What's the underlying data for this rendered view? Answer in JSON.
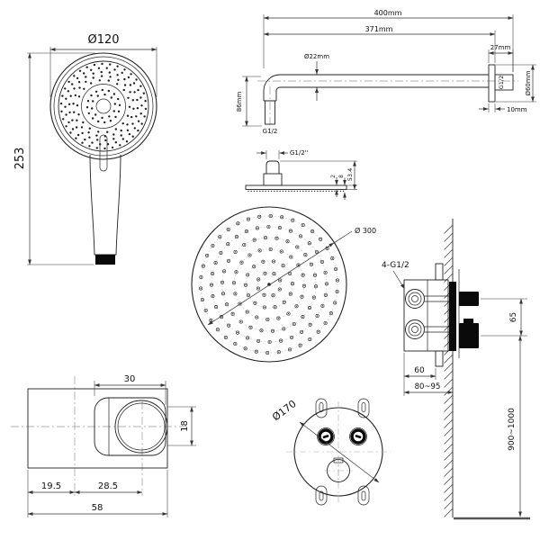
{
  "title": "shower set technical drawing",
  "colors": {
    "line": "#222222",
    "dim": "#333333",
    "dark_fill": "#0a0a0a",
    "floor": "#555555",
    "bg": "#ffffff"
  },
  "handshower": {
    "diameter": "Ø120",
    "height": "253"
  },
  "arm": {
    "overall": "400mm",
    "to_flange": "371mm",
    "tube_dia": "Ø22mm",
    "drop": "86mm",
    "thread_bottom": "G1/2",
    "flange_offset": "27mm",
    "thread_wall": "G1/2",
    "flange_dia": "Ø60mm",
    "flange_thk": "10mm"
  },
  "head_side": {
    "thread": "G1/2''",
    "edge": "2",
    "body": "8",
    "total": "53.4"
  },
  "head_top": {
    "diameter": "Ø 300"
  },
  "valve": {
    "connections": "4-G1/2",
    "knob_spacing": "65",
    "body_depth": "60",
    "embed_depth": "80~95",
    "install_height": "900~1000"
  },
  "bracket": {
    "width": "30",
    "opening": "18",
    "offset_left": "19.5",
    "offset_mid": "28.5",
    "total_width": "58"
  },
  "trim": {
    "diameter": "Ø170"
  }
}
